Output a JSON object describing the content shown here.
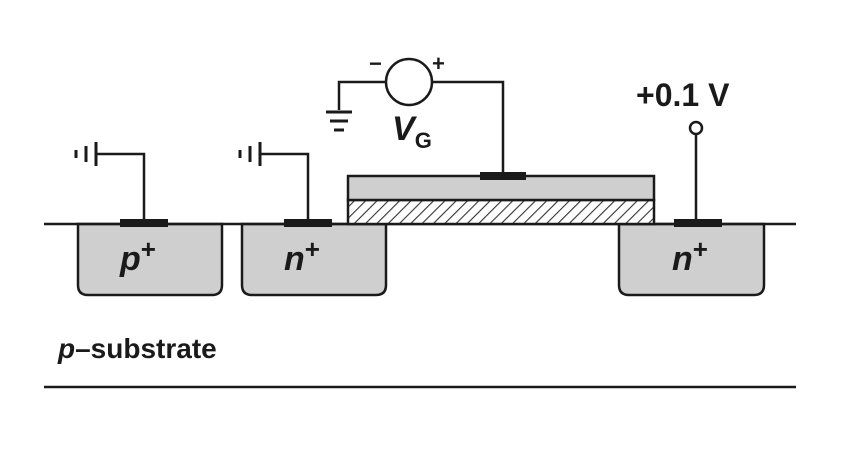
{
  "labels": {
    "p_plus_letter": "p",
    "p_plus_sup": "+",
    "n_plus_left_letter": "n",
    "n_plus_left_sup": "+",
    "n_plus_right_letter": "n",
    "n_plus_right_sup": "+",
    "vg_letter": "V",
    "vg_subscript": "G",
    "drain_voltage": "+0.1 V",
    "substrate_p": "p",
    "substrate_rest": "–substrate",
    "minus_sign": "−",
    "plus_sign": "+"
  },
  "colors": {
    "line": "#1a1a1a",
    "region_fill": "#cfcfcf",
    "gate_fill": "#cfcfcf",
    "background": "#ffffff"
  }
}
